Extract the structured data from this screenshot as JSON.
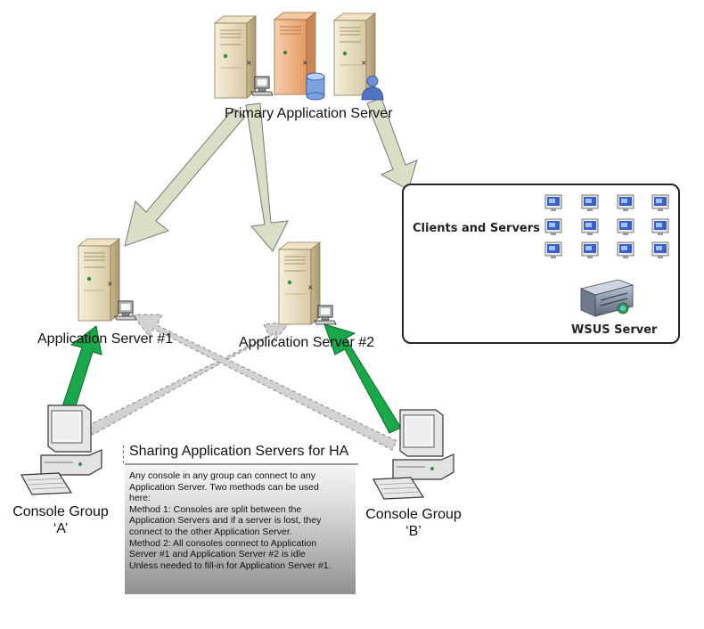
{
  "labels": {
    "primary": "Primary Application Server",
    "app1": "Application Server #1",
    "app2": "Application Server #2",
    "consoleA_line1": "Console Group",
    "consoleA_line2": "‘A’",
    "consoleB_line1": "Console Group",
    "consoleB_line2": "‘B’"
  },
  "clients_box": {
    "title": "Clients and Servers",
    "wsus_label": "WSUS Server"
  },
  "note": {
    "title": "Sharing Application Servers for HA",
    "lines": [
      "Any console in any group can connect to any",
      "Application Server. Two methods can be used",
      "here:",
      "Method 1: Consoles are split between the",
      "Application Servers and if a server is lost, they",
      "connect to the other Application Server.",
      "Method 2: All consoles connect to Application",
      "Server #1 and Application Server #2 is idle",
      "Unless needed to fill-in for Application Server #1."
    ]
  },
  "colors": {
    "server_body": "#e9dcc0",
    "server_body_orange": "#f0b98a",
    "arrow_primary": "#d8dfc4",
    "arrow_active": "#1aa84a",
    "arrow_standby": "#cfcfcf",
    "monitor_screen": "#3a5fc8"
  }
}
